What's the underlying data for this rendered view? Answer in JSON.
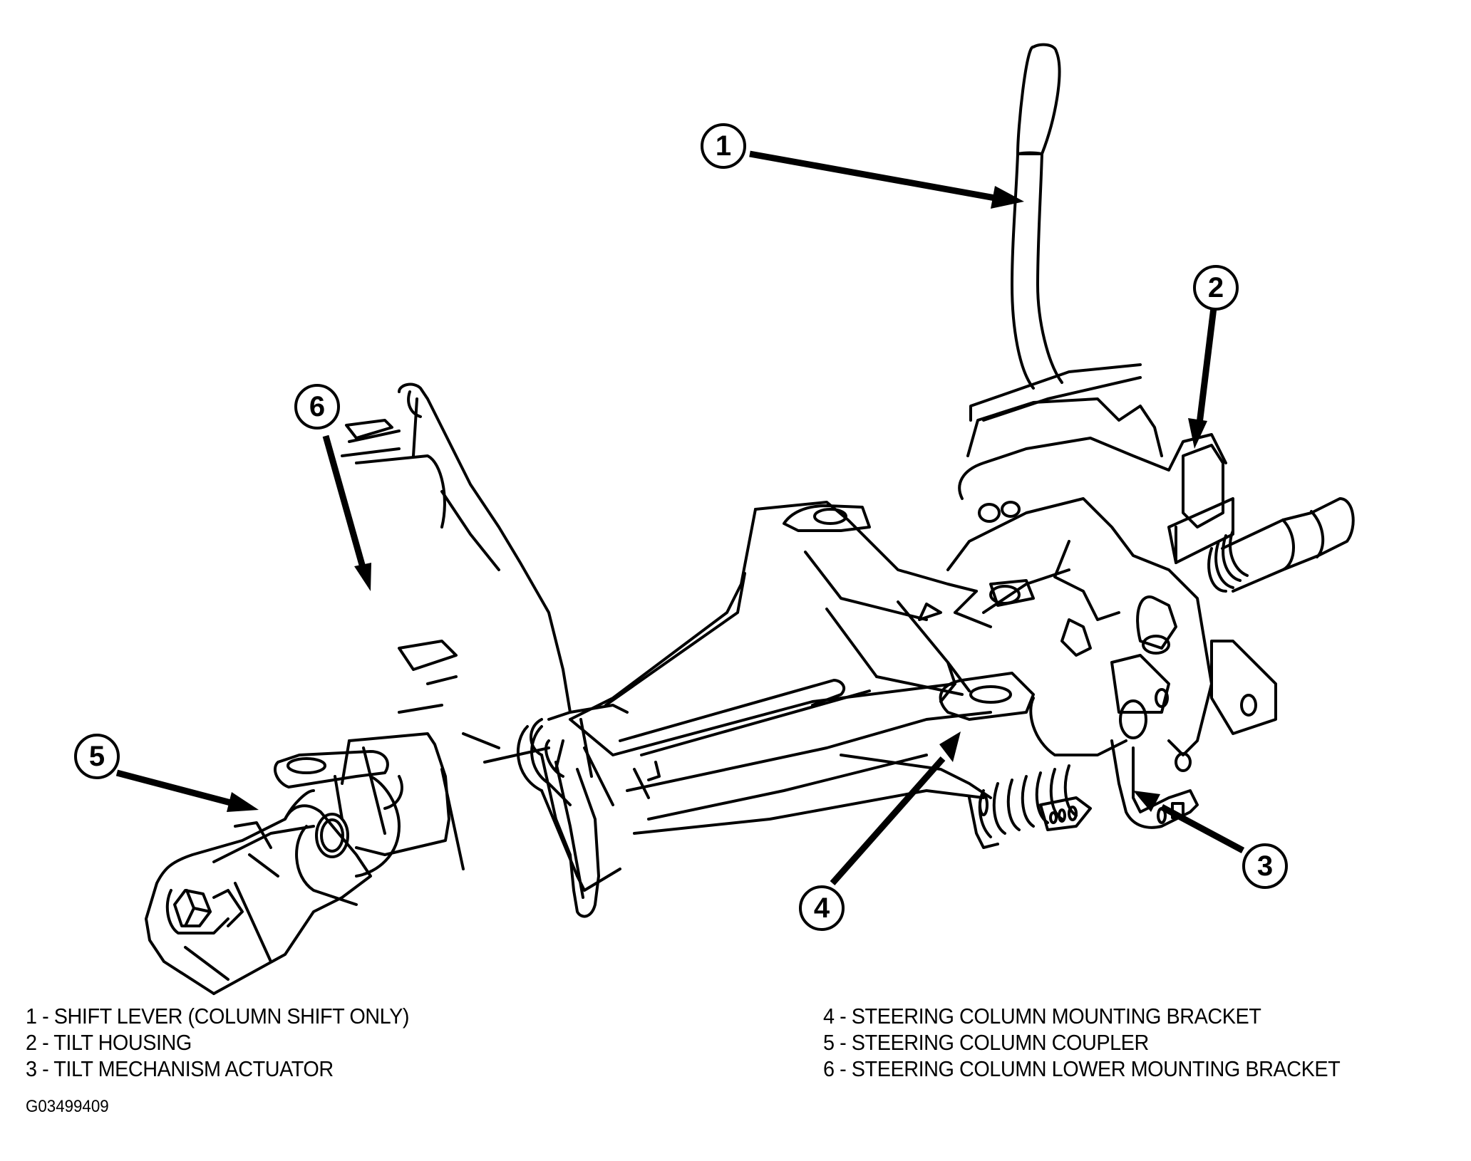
{
  "diagram": {
    "subject": "Steering column assembly",
    "callouts": [
      {
        "number": "1",
        "label": "SHIFT LEVER (COLUMN SHIFT ONLY)"
      },
      {
        "number": "2",
        "label": "TILT HOUSING"
      },
      {
        "number": "3",
        "label": "TILT MECHANISM ACTUATOR"
      },
      {
        "number": "4",
        "label": "STEERING COLUMN MOUNTING BRACKET"
      },
      {
        "number": "5",
        "label": "STEERING COLUMN COUPLER"
      },
      {
        "number": "6",
        "label": "STEERING COLUMN LOWER MOUNTING BRACKET"
      }
    ]
  },
  "legend": {
    "left": [
      "1 - SHIFT LEVER (COLUMN SHIFT ONLY)",
      "2 - TILT HOUSING",
      "3 - TILT MECHANISM ACTUATOR"
    ],
    "right": [
      "4 - STEERING COLUMN MOUNTING BRACKET",
      "5 - STEERING COLUMN COUPLER",
      "6 - STEERING COLUMN LOWER MOUNTING BRACKET"
    ]
  },
  "figure_id": "G03499409"
}
